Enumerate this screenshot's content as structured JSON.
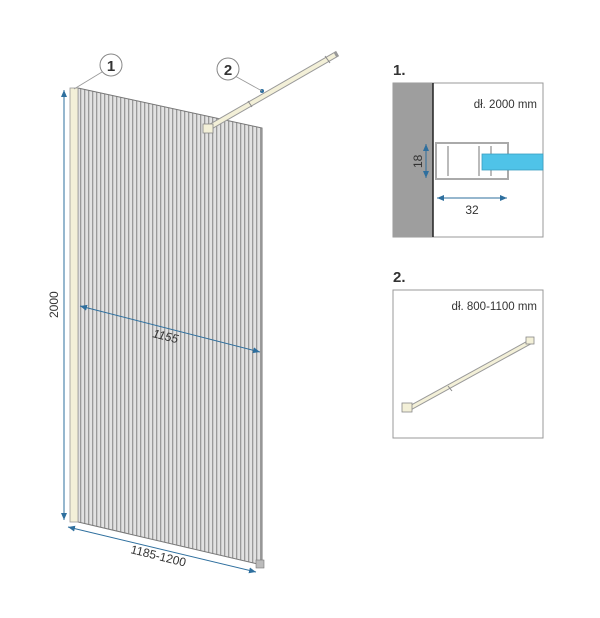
{
  "callouts": {
    "one": "1",
    "two": "2"
  },
  "dimensions": {
    "height": "2000",
    "glass_width": "1155",
    "total_width": "1185-1200"
  },
  "detail_1": {
    "title": "1.",
    "length": "dł. 2000 mm",
    "profile_height": "18",
    "profile_depth": "32"
  },
  "detail_2": {
    "title": "2.",
    "length": "dł. 800-1100 mm"
  },
  "colors": {
    "frame": "#f3f0d8",
    "glass": "#d4d4d4",
    "arrow": "#2e6f9e",
    "glass_section": "#4fc3e8",
    "wall": "#9e9e9e"
  }
}
